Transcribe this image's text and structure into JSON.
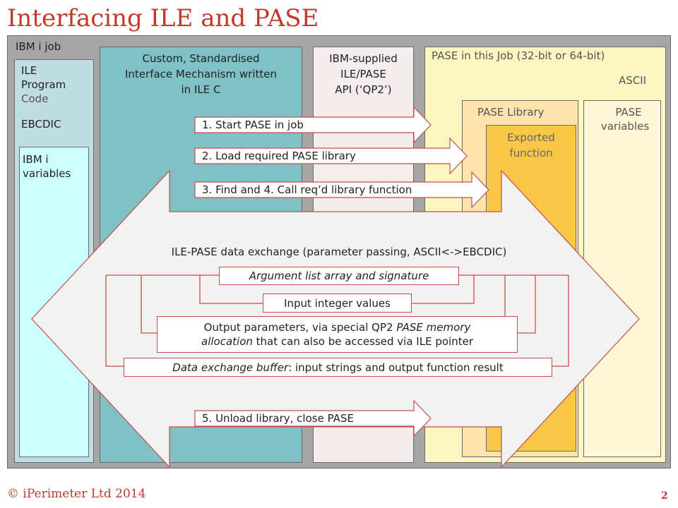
{
  "title": "Interfacing ILE and PASE",
  "footer": {
    "copyright": "© iPerimeter Ltd 2014",
    "page_number": "2"
  },
  "ibmi_job": {
    "label": "IBM i job",
    "ile_program": {
      "label_line1": "ILE",
      "label_line2": "Program",
      "label_line3": "Code",
      "encoding": "EBCDIC",
      "variables_line1": "IBM i",
      "variables_line2": "variables"
    },
    "custom_interface": {
      "line1": "Custom, Standardised",
      "line2": "Interface Mechanism written",
      "line3": "in ILE C"
    },
    "ibm_api": {
      "line1": "IBM-supplied",
      "line2": "ILE/PASE",
      "line3": "API (‘QP2’)"
    },
    "pase_job": {
      "label": "PASE in this Job (32-bit or 64-bit)",
      "encoding": "ASCII",
      "library_label": "PASE Library",
      "exported_line1": "Exported",
      "exported_line2": "function",
      "variables_line1": "PASE",
      "variables_line2": "variables"
    }
  },
  "steps": {
    "step1": "1. Start PASE in job",
    "step2": "2. Load required PASE library",
    "step34": "3. Find and 4. Call req’d library function",
    "step5": "5. Unload library, close PASE"
  },
  "exchange": {
    "heading": "ILE-PASE data exchange (parameter passing, ASCII<->EBCDIC)",
    "arg_list": "Argument list array and signature",
    "input_ints": "Input integer values",
    "output_params_pre": "Output parameters, via special QP2 ",
    "output_params_italic": "PASE memory",
    "output_params_line2_italic": "allocation",
    "output_params_line2_post": " that can also be accessed via ILE pointer",
    "buffer_italic": "Data exchange buffer",
    "buffer_post": ": input strings and output function result"
  },
  "colors": {
    "title_red": "#c0392b",
    "job_gray": "#a6a6a6",
    "ile_light": "#bfdde3",
    "ile_cyan": "#ccffff",
    "custom_teal": "#7fc1c4",
    "api_pink": "#f5eded",
    "pase_yellow": "#fdf6c1",
    "library_peach": "#fde3ad",
    "exported_gold": "#f9c747",
    "variables_cream": "#fff7d8",
    "arrow_border": "#c0504d",
    "big_arrow_fill": "#f2f2f2"
  }
}
